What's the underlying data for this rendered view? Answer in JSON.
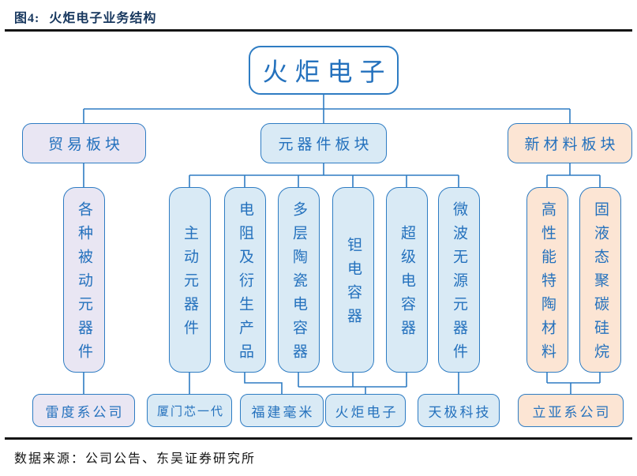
{
  "header": {
    "figure_label": "图4:",
    "title": "火炬电子业务结构"
  },
  "footer": {
    "source": "数据来源：公司公告、东吴证券研究所"
  },
  "colors": {
    "line_blue": "#2e7cc3",
    "text_blue": "#2471bd",
    "title_navy": "#17375e",
    "fill_lavender": "#e9e6f3",
    "fill_blue": "#d9eaf5",
    "fill_peach": "#fce5d4",
    "rule_black": "#141414"
  },
  "tree": {
    "root": {
      "label": "火炬电子"
    },
    "segments": [
      {
        "label": "贸易板块",
        "businesses": [
          {
            "label": "各种被动元器件"
          }
        ],
        "companies": [
          {
            "label": "雷度系公司"
          }
        ]
      },
      {
        "label": "元器件板块",
        "businesses": [
          {
            "label": "主动元器件"
          },
          {
            "label": "电阻及衍生产品"
          },
          {
            "label": "多层陶瓷电容器"
          },
          {
            "label": "钽电容器"
          },
          {
            "label": "超级电容器"
          },
          {
            "label": "微波无源元器件"
          }
        ],
        "companies": [
          {
            "label": "厦门芯一代"
          },
          {
            "label": "福建毫米"
          },
          {
            "label": "火炬电子"
          },
          {
            "label": "天极科技"
          }
        ]
      },
      {
        "label": "新材料板块",
        "businesses": [
          {
            "label": "高性能特陶材料"
          },
          {
            "label": "固液态聚碳硅烷"
          }
        ],
        "companies": [
          {
            "label": "立亚系公司"
          }
        ]
      }
    ]
  }
}
